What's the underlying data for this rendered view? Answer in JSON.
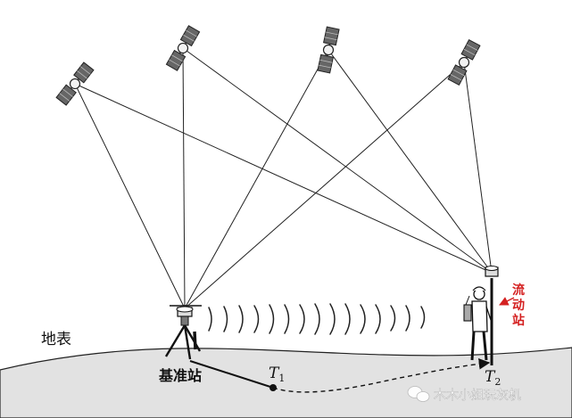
{
  "labels": {
    "ground": "地表",
    "base_station": "基准站",
    "rover_line1": "流",
    "rover_line2": "动",
    "rover_line3": "站",
    "t1_letter": "T",
    "t1_sub": "1",
    "t2_letter": "T",
    "t2_sub": "2",
    "watermark": "木木小姐玩灰机"
  },
  "colors": {
    "rover_label": "#d42020",
    "ground_fill": "#e2e2e2",
    "line": "#111111",
    "watermark": "#ffffff"
  },
  "icons": {
    "satellite": "satellite-icon",
    "watermark": "wechat-logo-icon"
  }
}
